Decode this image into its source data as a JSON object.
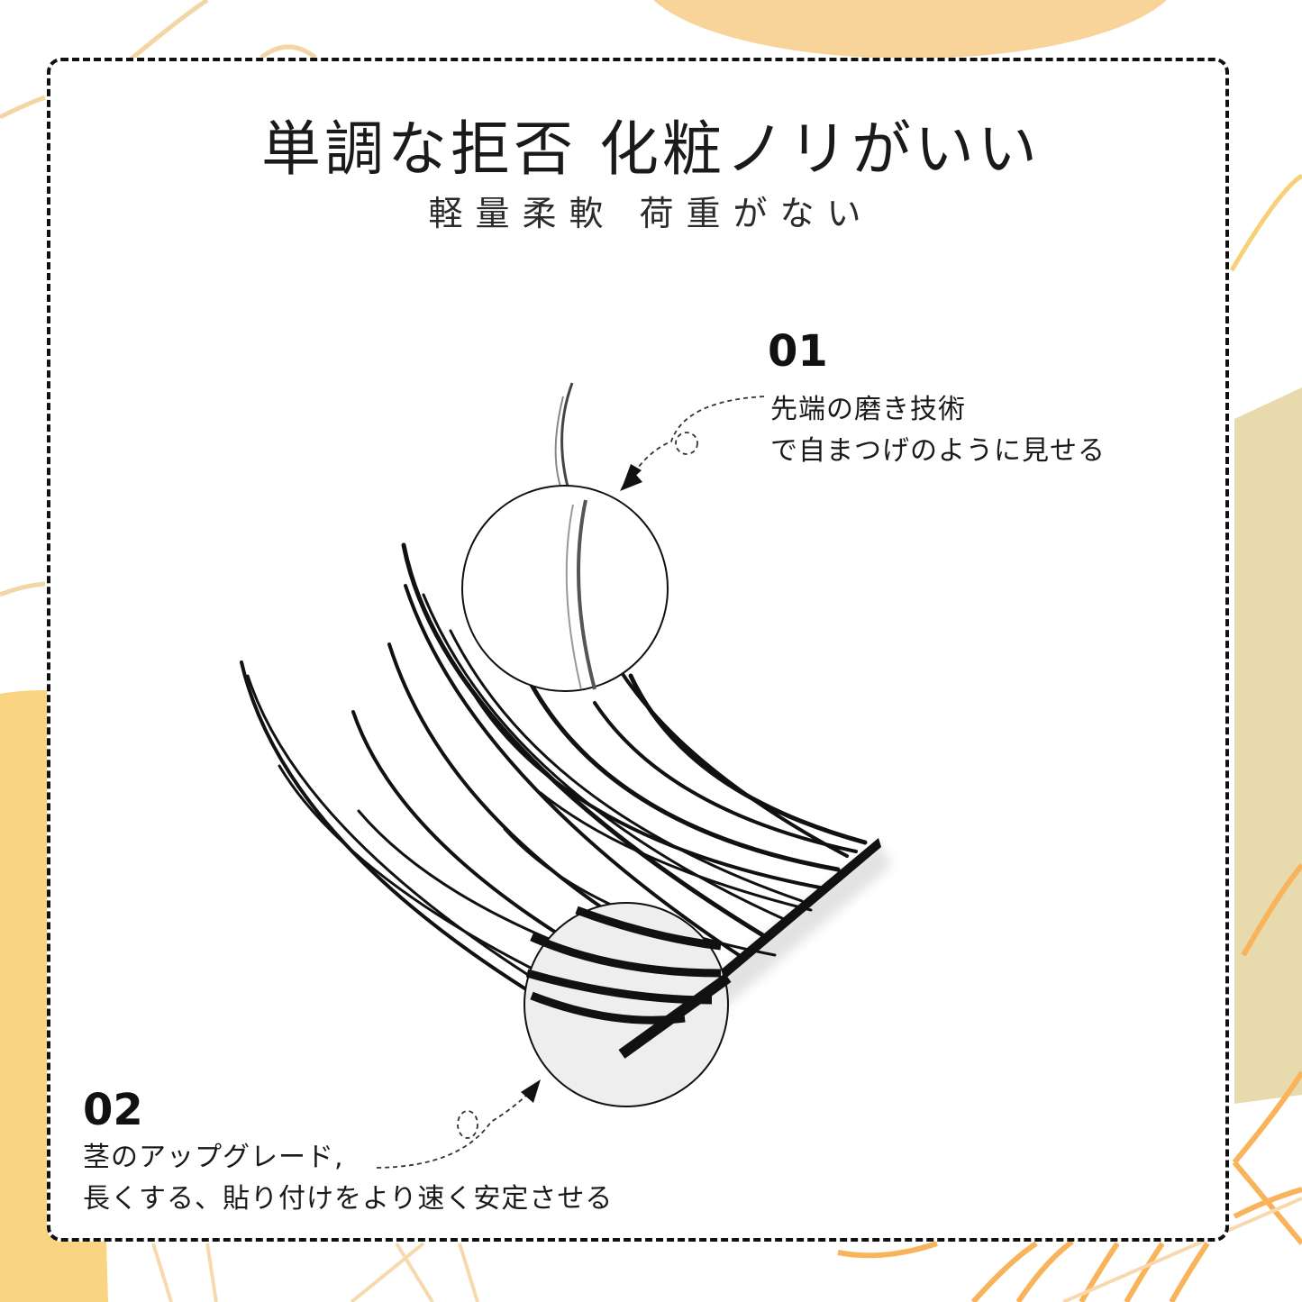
{
  "header": {
    "title": "単調な拒否 化粧ノリがいい",
    "subtitle": "軽量柔軟 荷重がない"
  },
  "callouts": [
    {
      "number": "01",
      "lines": [
        "先端の磨き技術",
        "で自まつげのように見せる"
      ]
    },
    {
      "number": "02",
      "lines": [
        "茎のアップグレード,",
        "長くする、貼り付けをより速く安定させる"
      ]
    }
  ],
  "icons": {
    "arrow_01": "dashed-loop-arrow-icon",
    "arrow_02": "dashed-loop-arrow-icon",
    "magnifier_01": "magnifier-circle-tip",
    "magnifier_02": "magnifier-circle-band"
  },
  "colors": {
    "frame_border": "#111111",
    "accent_orange": "#f9b35a",
    "accent_peach": "#f8d39a",
    "accent_yellow": "#f9d582",
    "accent_khaki": "#e7dbae",
    "text": "#1a1a1a"
  }
}
